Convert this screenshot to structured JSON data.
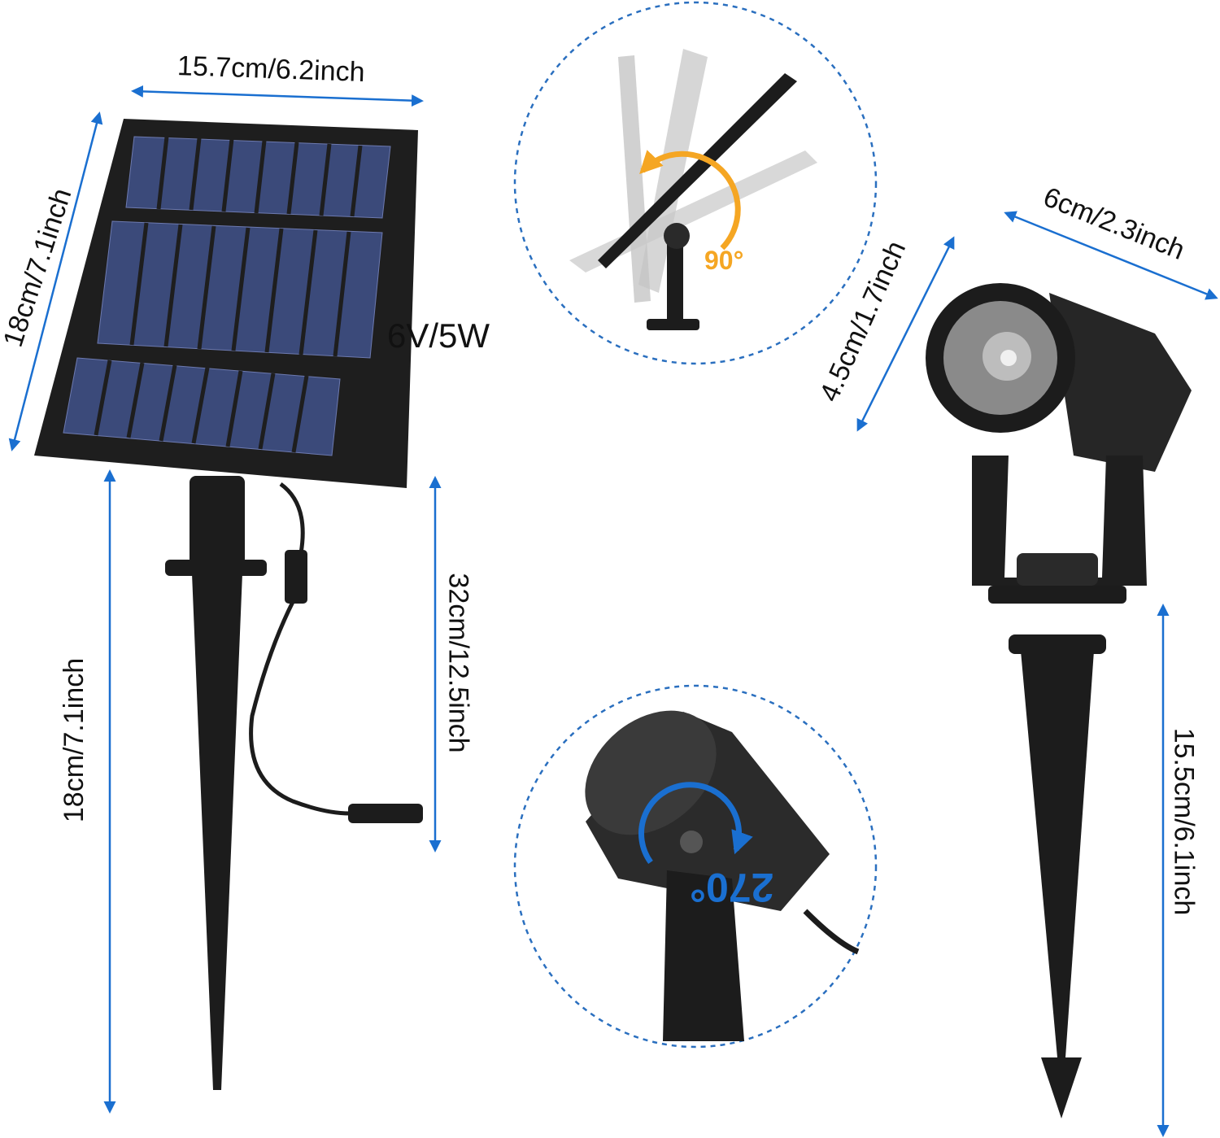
{
  "panel": {
    "width_label": "15.7cm/6.2inch",
    "height_label": "18cm/7.1inch",
    "rating_label": "6V/5W",
    "stake_label": "18cm/7.1inch",
    "cable_label": "32cm/12.5inch"
  },
  "panel_tilt": {
    "angle_label": "90°",
    "accent": "#f5a623"
  },
  "spotlight": {
    "width_label": "6cm/2.3inch",
    "head_label": "4.5cm/1.7inch",
    "height_label": "15.5cm/6.1inch"
  },
  "head_rotation": {
    "angle_label": "270°",
    "accent": "#1a6fd0"
  },
  "colors": {
    "dimension_arrow": "#1a6fd0",
    "dashed_circle": "#2a6fbf",
    "product": "#1c1c1c",
    "cell": "#3b4a7a"
  }
}
